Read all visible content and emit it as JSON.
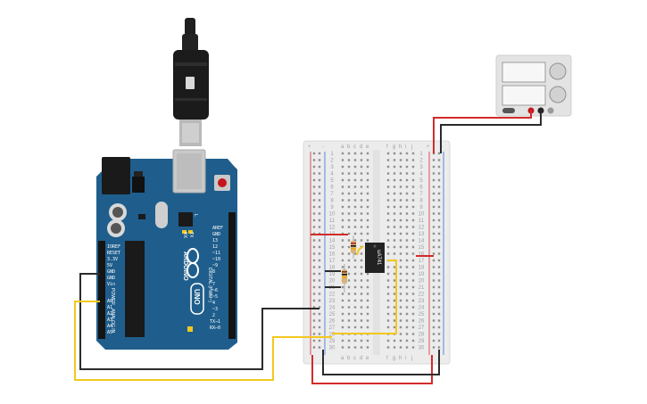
{
  "arduino": {
    "brand": "ARDUINO",
    "model": "UNO",
    "reset_label": "RESET",
    "aref_label": "AREF",
    "power_header_title": "POWER",
    "analog_header_title": "ANALOG IN",
    "digital_header_title": "DIGITAL (PWM~)",
    "tx_label": "TX",
    "rx_label": "RX",
    "l_label": "L",
    "power_pins": [
      "IOREF",
      "RESET",
      "3.3V",
      "5V",
      "GND",
      "GND",
      "Vin"
    ],
    "analog_pins": [
      "A0",
      "A1",
      "A2",
      "A3",
      "A4",
      "A5"
    ],
    "digital_pins": [
      "AREF",
      "GND",
      "13",
      "12",
      "~11",
      "~10",
      "~9",
      "8",
      "7",
      "~6",
      "~5",
      "4",
      "~3",
      "2",
      "TX→1",
      "RX←0"
    ]
  },
  "breadboard": {
    "columns_left": [
      "a",
      "b",
      "c",
      "d",
      "e"
    ],
    "columns_right": [
      "f",
      "g",
      "h",
      "i",
      "j"
    ],
    "row_numbers": [
      "1",
      "2",
      "3",
      "4",
      "5",
      "6",
      "7",
      "8",
      "9",
      "10",
      "11",
      "12",
      "13",
      "14",
      "15",
      "16",
      "17",
      "18",
      "19",
      "20",
      "21",
      "22",
      "23",
      "24",
      "25",
      "26",
      "27",
      "28",
      "29",
      "30"
    ],
    "rail_plus": "+",
    "rail_minus": "-"
  },
  "ic": {
    "label": "uA741"
  },
  "colors": {
    "arduino_board": "#1f5e8c",
    "wire_red": "#d22b2b",
    "wire_black": "#2b2b2b",
    "wire_yellow": "#f2c81e",
    "breadboard": "#ececec",
    "power_supply": "#e3e3e3"
  },
  "icons": [
    "usb-cable-icon",
    "power-supply-icon"
  ]
}
